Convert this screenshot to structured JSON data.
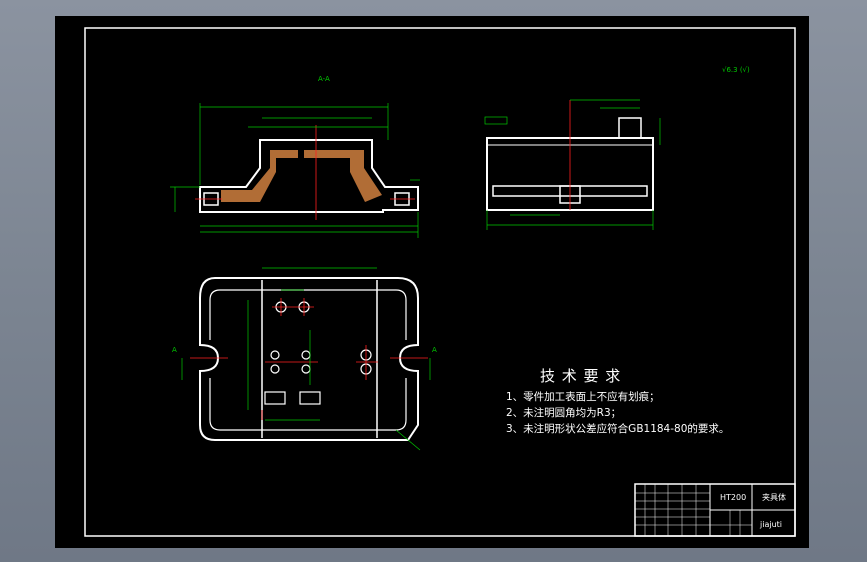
{
  "viewport": {
    "background": "#000000",
    "paper_frame": "#ffffff"
  },
  "drawing": {
    "section_label": "A-A",
    "roughness_note": "√6.3 (√)",
    "left_annotation": "A",
    "right_annotation": "A",
    "tech_requirements": {
      "title": "技 术 要 求",
      "items": [
        "1、零件加工表面上不应有划痕；",
        "2、未注明圆角均为R3；",
        "3、未注明形状公差应符合GB1184-80的要求。"
      ]
    },
    "title_block": {
      "material": "HT200",
      "part_name": "夹具体",
      "drawing_no": "jiajuti"
    }
  },
  "colors": {
    "outline": "#ffffff",
    "dimension": "#00c800",
    "centerline": "#ff2020",
    "hatch": "#d08040"
  }
}
